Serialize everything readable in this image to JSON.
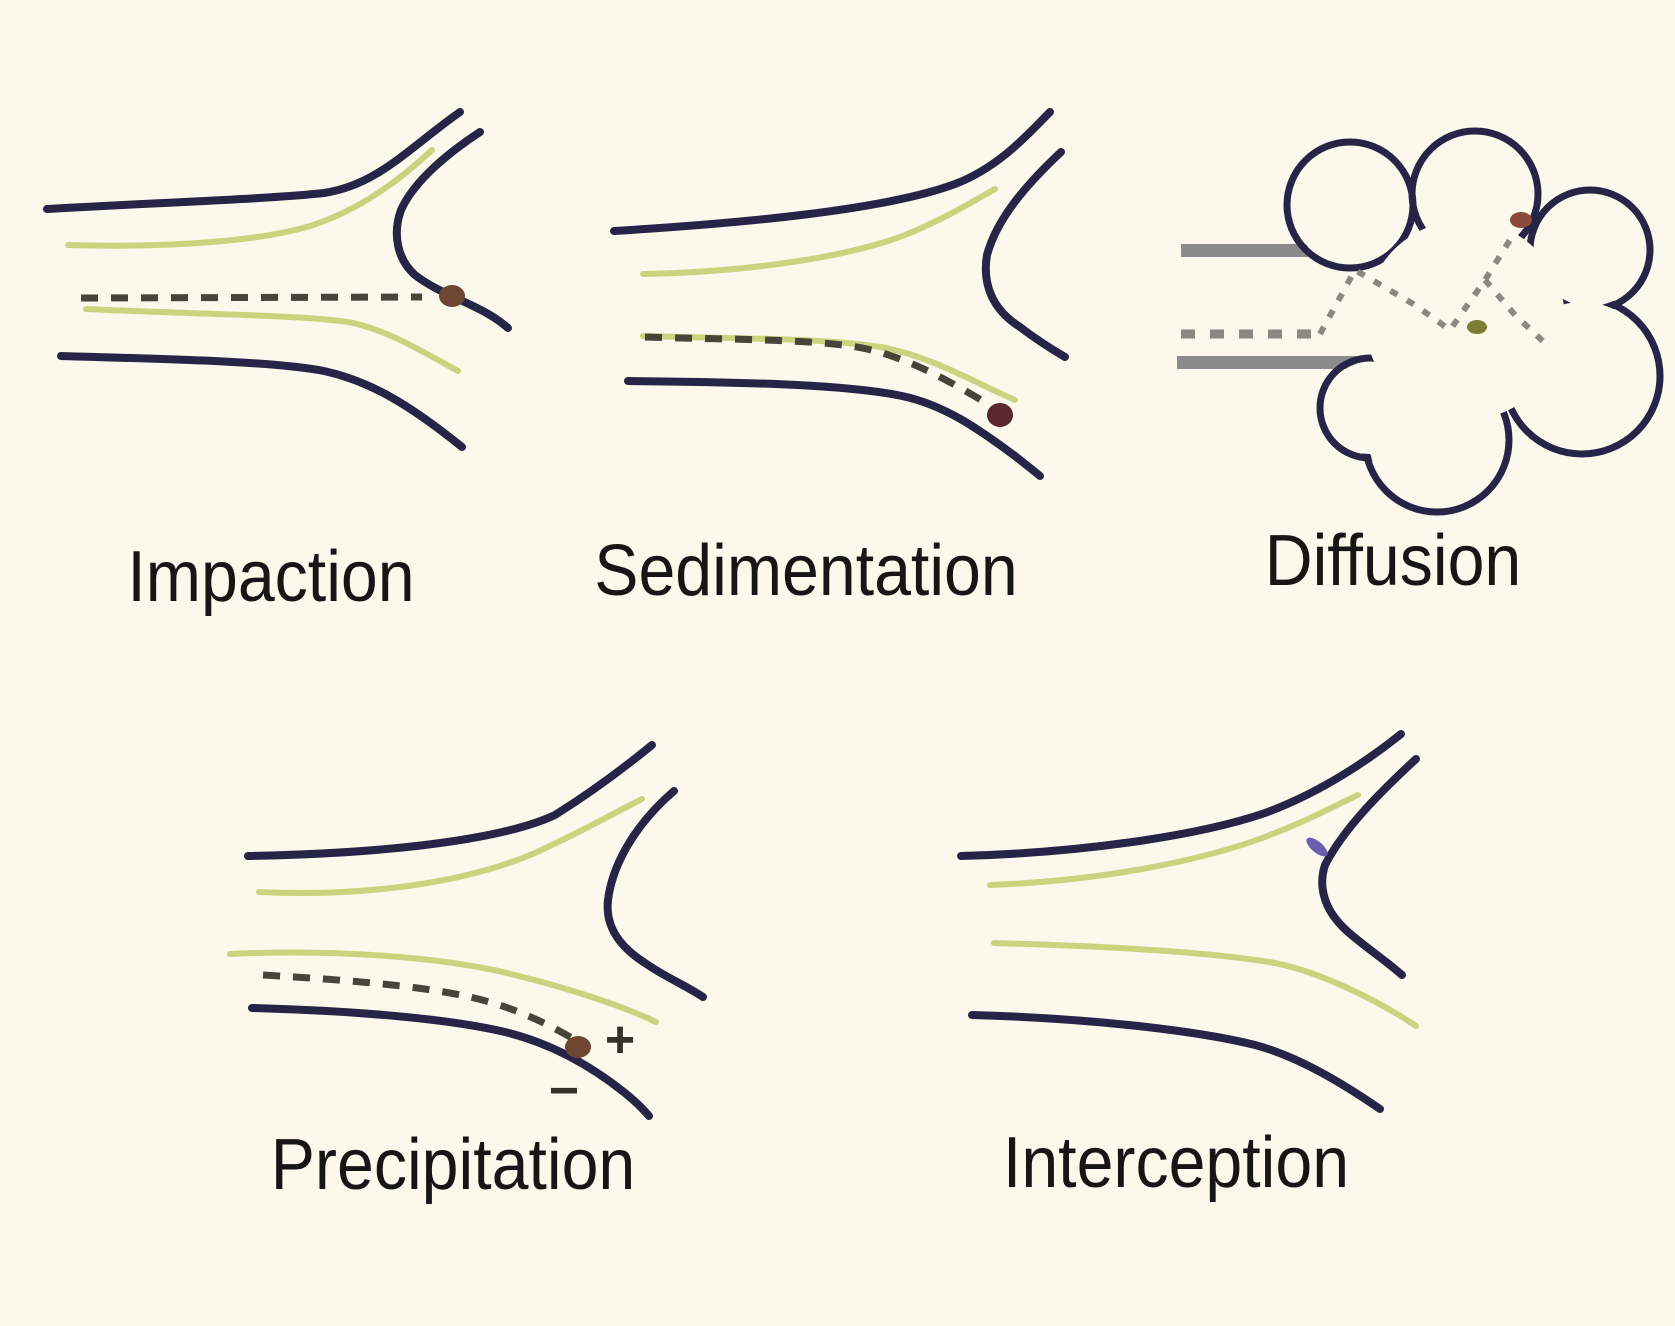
{
  "figure": {
    "panels": [
      {
        "id": "impaction",
        "label": "Impaction"
      },
      {
        "id": "sedimentation",
        "label": "Sedimentation"
      },
      {
        "id": "diffusion",
        "label": "Diffusion"
      },
      {
        "id": "precipitation",
        "label": "Precipitation",
        "charge_symbols": {
          "plus": "+",
          "minus": "−"
        }
      },
      {
        "id": "interception",
        "label": "Interception"
      }
    ]
  },
  "colors": {
    "background": "#fbf8ec",
    "wall": "#262547",
    "stream": "#ccd37f",
    "traj": "#45453a",
    "walk": "#8a8880",
    "duct": "#8b8b8b",
    "label": "#161616",
    "sign": "#33332a",
    "particle_brown": "#6f4632",
    "particle_maroon": "#5c2830",
    "particle_red": "#8a4a38",
    "particle_olive": "#7d7d33",
    "fiber": "#6a5fae"
  }
}
